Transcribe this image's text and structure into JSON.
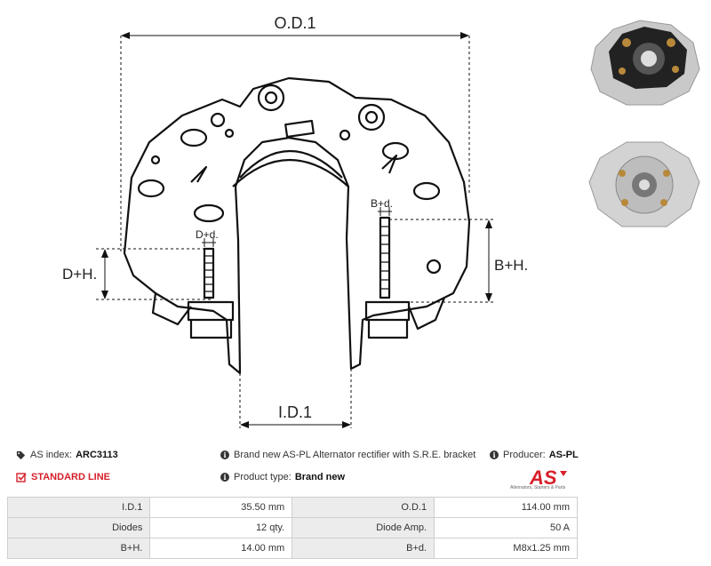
{
  "drawing": {
    "label_od": "O.D.1",
    "label_id": "I.D.1",
    "label_dh": "D+H.",
    "label_bh": "B+H.",
    "label_dd": "D+d.",
    "label_bd": "B+d."
  },
  "info": {
    "as_index_label": "AS index:",
    "as_index_value": "ARC3113",
    "standard_line": "STANDARD LINE",
    "description": "Brand new AS-PL Alternator rectifier with S.R.E. bracket",
    "producer_label": "Producer:",
    "producer_value": "AS-PL",
    "product_type_label": "Product type:",
    "product_type_value": "Brand new"
  },
  "logo": {
    "text": "AS",
    "tagline": "Alternators, Starters & Parts",
    "color": "#d6202a"
  },
  "specs": [
    {
      "k1": "I.D.1",
      "v1": "35.50 mm",
      "k2": "O.D.1",
      "v2": "114.00 mm"
    },
    {
      "k1": "Diodes",
      "v1": "12 qty.",
      "k2": "Diode Amp.",
      "v2": "50 A"
    },
    {
      "k1": "B+H.",
      "v1": "14.00 mm",
      "k2": "B+d.",
      "v2": "M8x1.25 mm"
    }
  ]
}
